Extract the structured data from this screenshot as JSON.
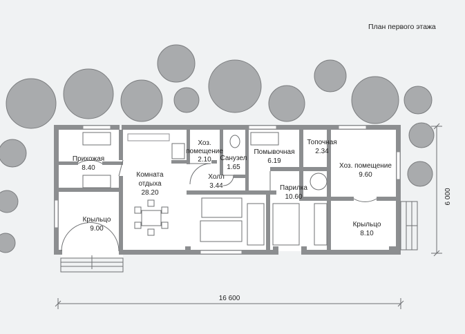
{
  "title": "План первого этажа",
  "dimensions": {
    "width": "16 600",
    "depth": "6 000"
  },
  "rooms": [
    {
      "name": "Прихожая",
      "area": "8.40"
    },
    {
      "name": "Крыльцо",
      "area": "9.00"
    },
    {
      "name_line1": "Комната",
      "name_line2": "отдыха",
      "area": "28.20"
    },
    {
      "name_line1": "Хоз.",
      "name_line2": "помещение",
      "area": "2.10"
    },
    {
      "name": "Санузел",
      "area": "1.65"
    },
    {
      "name": "Холл",
      "area": "3.44"
    },
    {
      "name": "Помывочная",
      "area": "6.19"
    },
    {
      "name": "Парилка",
      "area": "10.60"
    },
    {
      "name": "Топочная",
      "area": "2.34"
    },
    {
      "name": "Хоз. помещение",
      "area": "9.60"
    },
    {
      "name": "Крыльцо",
      "area": "8.10"
    }
  ],
  "colors": {
    "wall": "#8c8e90",
    "tree": "#a9abad",
    "floor": "#ffffff",
    "background": "#f0f2f3"
  }
}
